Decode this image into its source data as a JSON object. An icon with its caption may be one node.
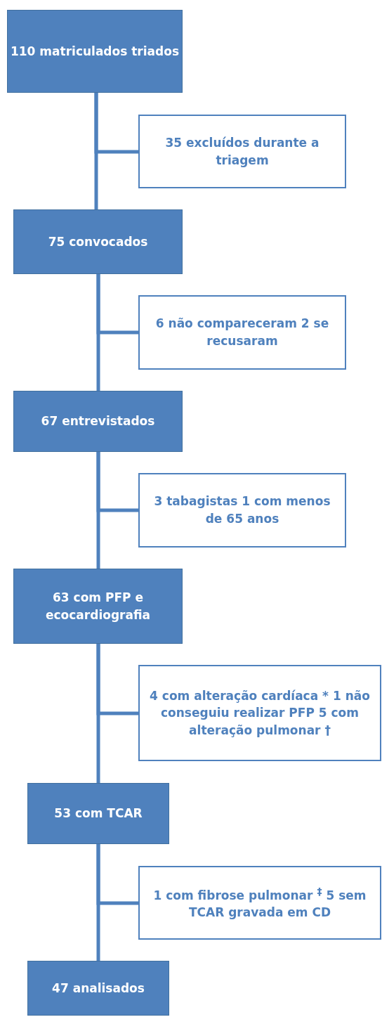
{
  "diagram": {
    "nodes": [
      {
        "text": [
          "110 matriculados triados"
        ]
      },
      {
        "text": [
          "35 excluídos durante a triagem"
        ]
      },
      {
        "text": [
          "75 convocados"
        ]
      },
      {
        "text": [
          "6 não compareceram 2 se recusaram"
        ]
      },
      {
        "text": [
          "67 entrevistados"
        ]
      },
      {
        "text": [
          "3 tabagistas 1 com menos de 65 anos"
        ]
      },
      {
        "text": [
          "63 com PFP e ecocardiografia"
        ]
      },
      {
        "text": [
          "4 com alteração cardíaca * 1 não conseguiu realizar PFP 5 com alteração pulmonar †"
        ]
      },
      {
        "text": [
          "53 com TCAR"
        ]
      },
      {
        "text": [
          "1 com fibrose pulmonar $^{‡}$ 5 sem TCAR gravada em CD"
        ]
      },
      {
        "text": [
          "47 analisados"
        ]
      }
    ],
    "edges": [
      {
        "from": 0,
        "to": 2,
        "arrow": "none"
      },
      {
        "from": 0,
        "to": 1,
        "arrow": "none"
      },
      {
        "from": 2,
        "to": 4,
        "arrow": "none"
      },
      {
        "from": 2,
        "to": 3,
        "arrow": "none"
      },
      {
        "from": 4,
        "to": 6,
        "arrow": "none"
      },
      {
        "from": 4,
        "to": 5,
        "arrow": "none"
      },
      {
        "from": 6,
        "to": 8,
        "arrow": "none"
      },
      {
        "from": 6,
        "to": 7,
        "arrow": "none"
      },
      {
        "from": 8,
        "to": 10,
        "arrow": "none"
      },
      {
        "from": 8,
        "to": 9,
        "arrow": "none"
      }
    ]
  }
}
